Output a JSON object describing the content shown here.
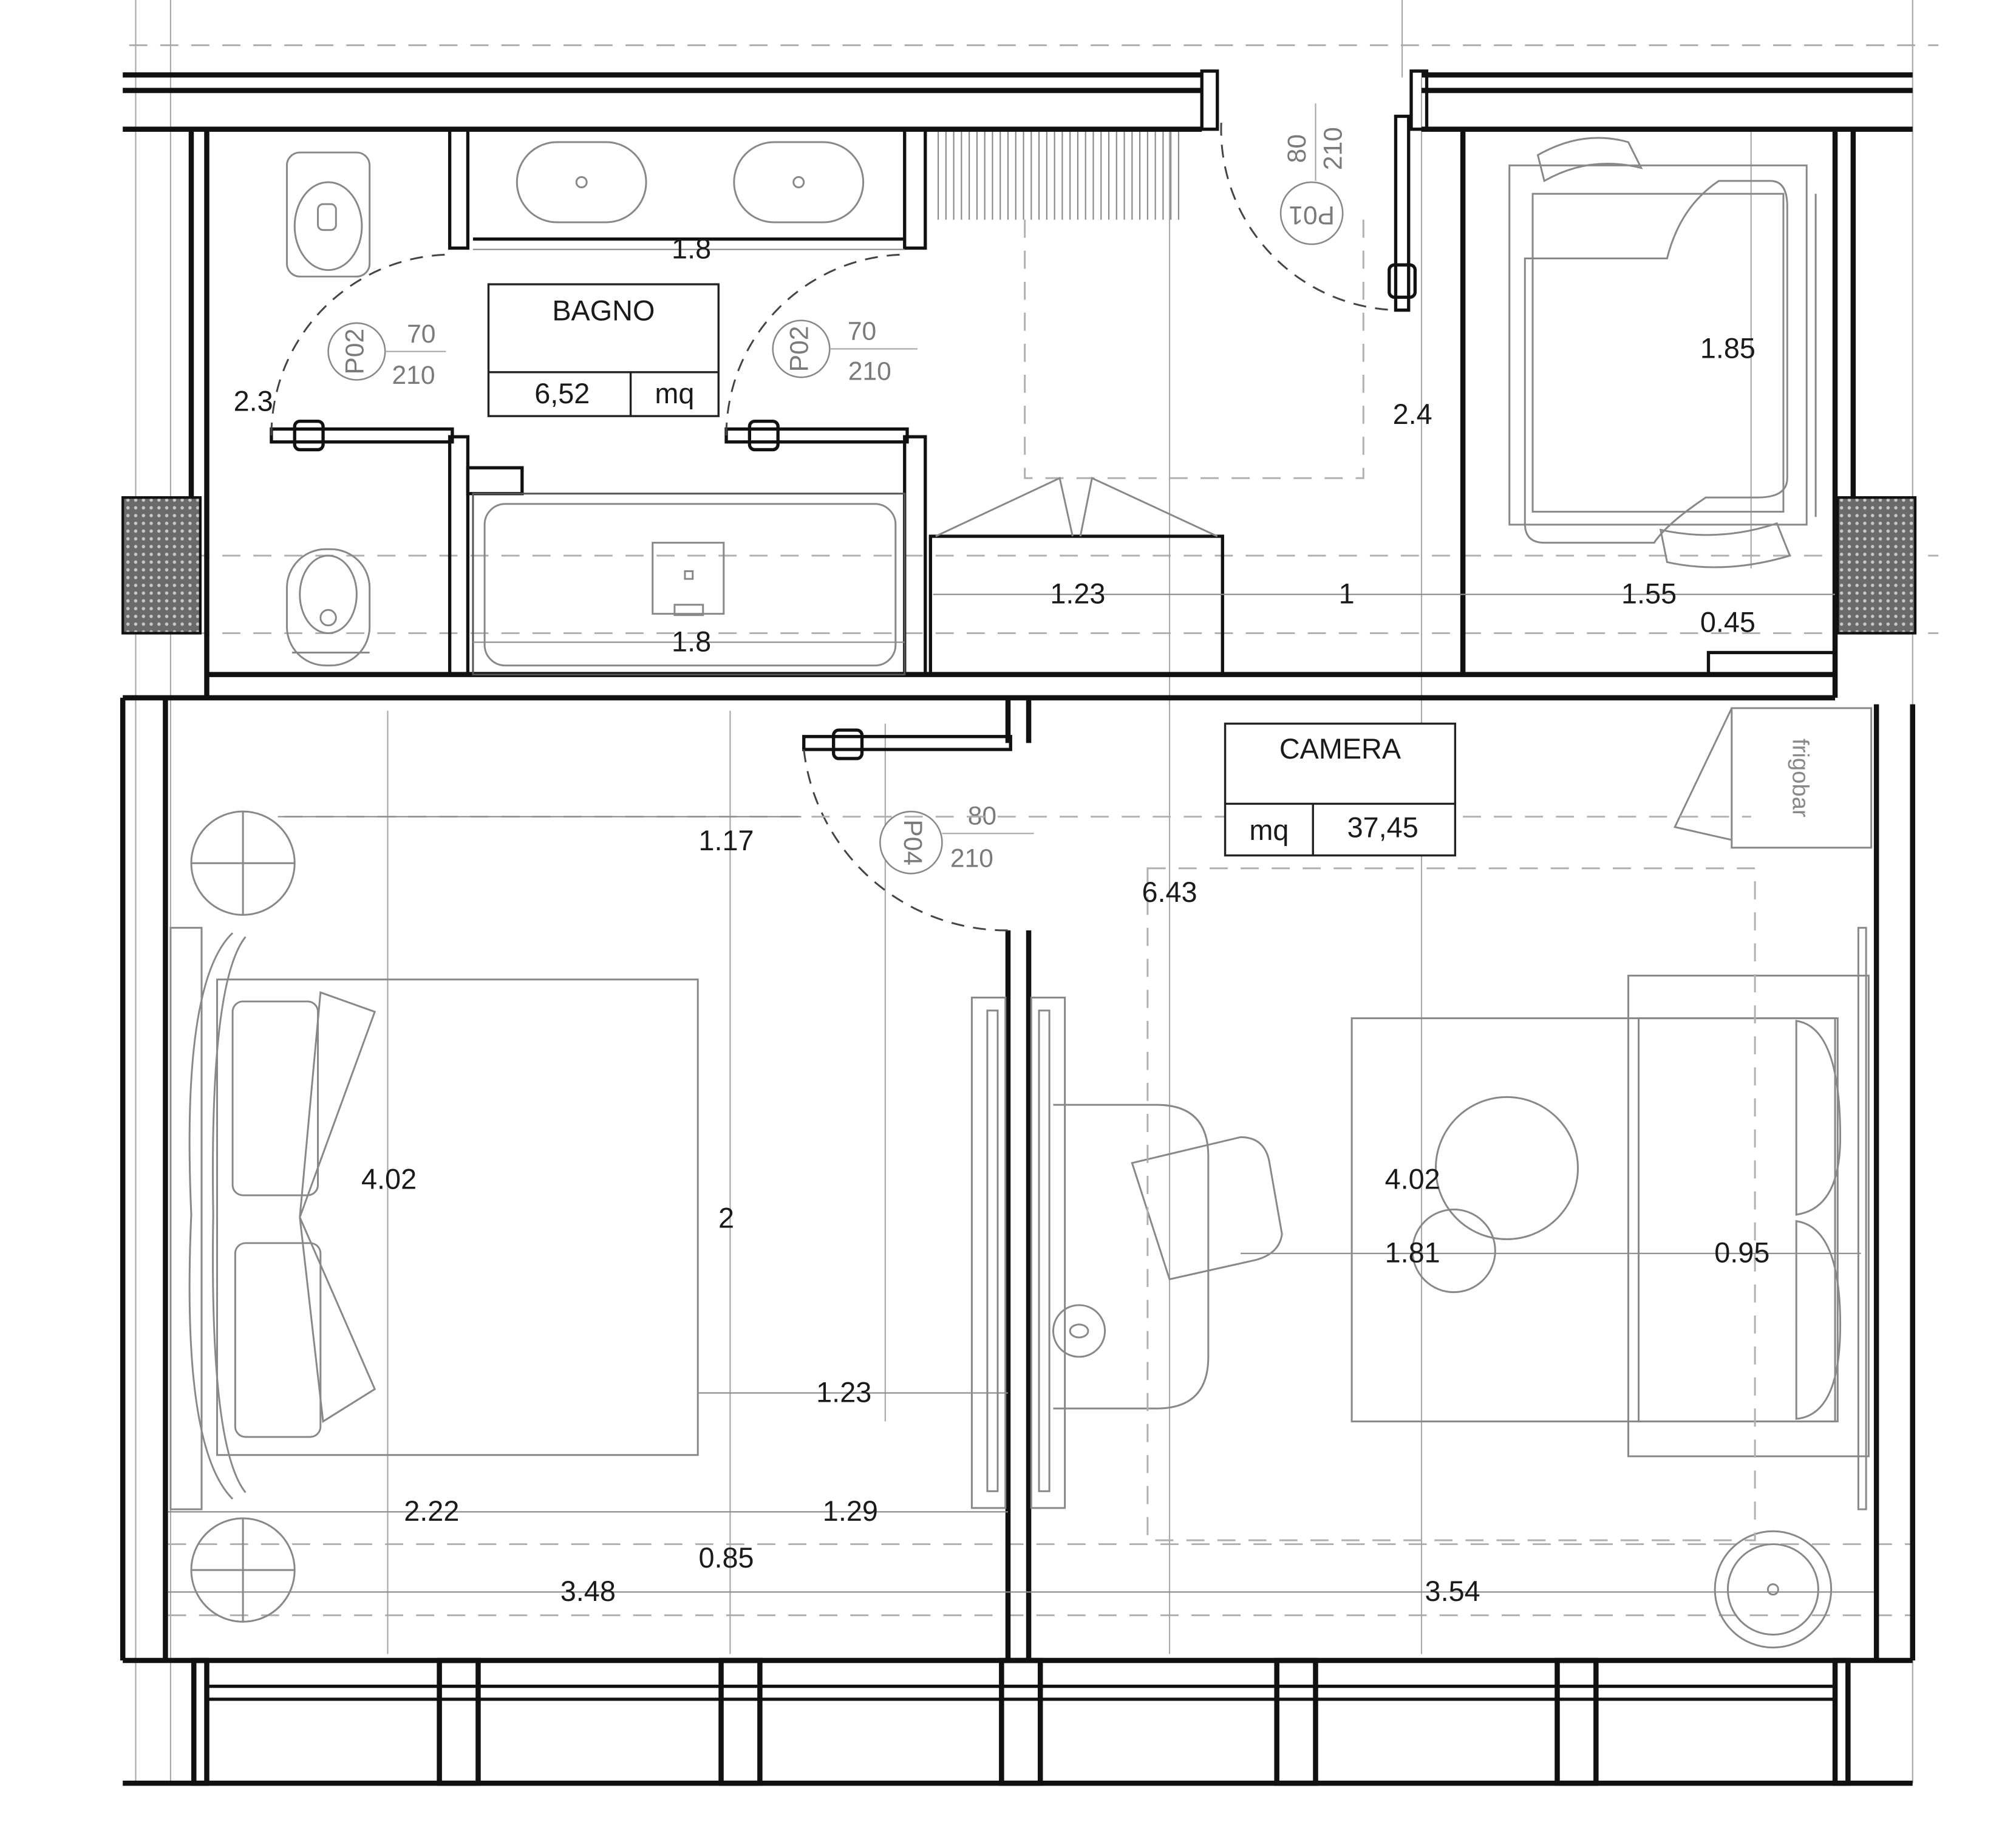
{
  "drawing": {
    "type": "architectural floor plan",
    "line_color": "#111111",
    "furniture_color": "#888888",
    "hatch_color": "#555555"
  },
  "rooms": [
    {
      "id": "bagno",
      "name": "BAGNO",
      "area": "6,52",
      "unit": "mq"
    },
    {
      "id": "camera",
      "name": "CAMERA",
      "area": "37,45",
      "unit": "mq"
    }
  ],
  "doors": [
    {
      "code": "P01",
      "width": "80",
      "height": "210"
    },
    {
      "code": "P02",
      "width": "70",
      "height": "210"
    },
    {
      "code": "P02",
      "width": "70",
      "height": "210"
    },
    {
      "code": "P04",
      "width": "80",
      "height": "210"
    }
  ],
  "fixtures": {
    "frigobar": "frigobar"
  },
  "dimensions": {
    "bath_top_width": "1.8",
    "bath_left_height": "2.3",
    "bath_tub_width": "1.8",
    "corridor_height": "2.4",
    "shower_height": "1.85",
    "closet_width": "1.23",
    "corridor_width": "1",
    "shower_width": "1.55",
    "shower_offset": "0.45",
    "door_offset": "1.17",
    "room_length": "6.43",
    "left_bed_length": "4.02",
    "left_bed_width": "2",
    "left_desk_gap": "1.23",
    "left_bed_side": "2.22",
    "left_bed_side_right": "1.29",
    "left_bed_foot": "0.85",
    "left_room_width": "3.48",
    "right_bed_length": "4.02",
    "right_bed_gap": "1.81",
    "right_bed_head": "0.95",
    "right_room_width": "3.54"
  }
}
